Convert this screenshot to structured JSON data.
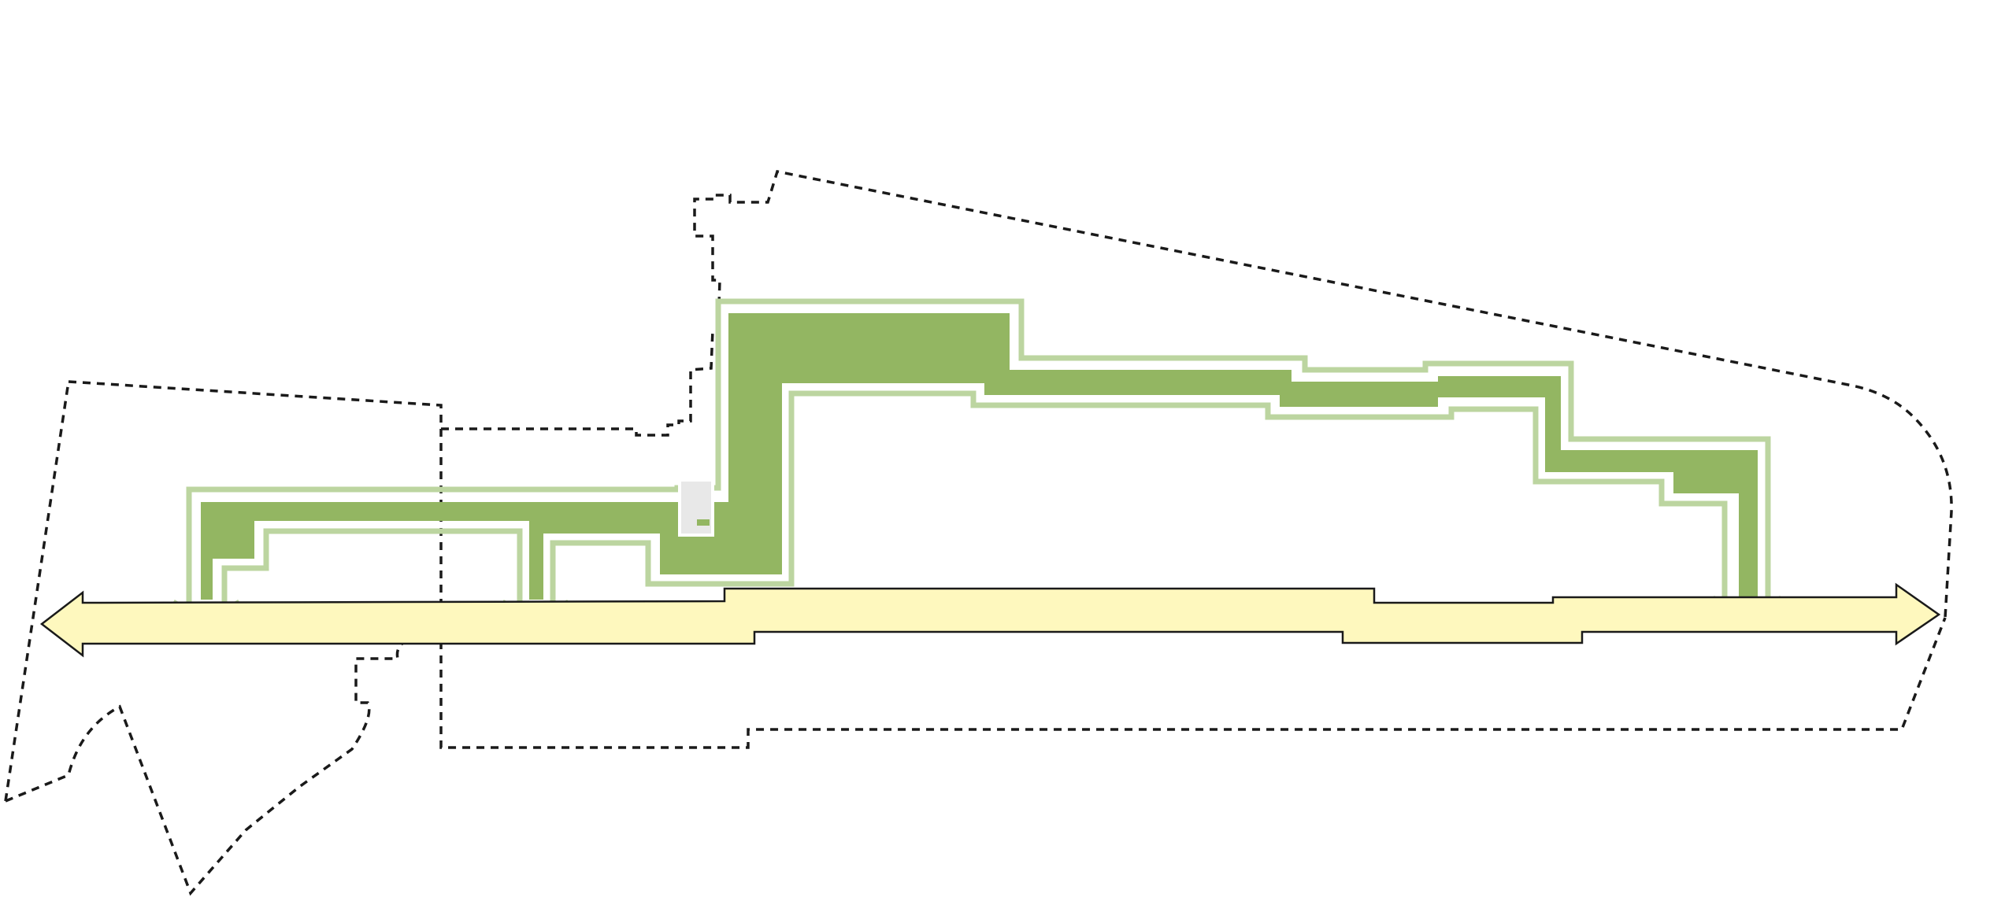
{
  "diagram": {
    "type": "site-plan-diagram",
    "colors": {
      "background": "#ffffff",
      "boundary_stroke": "#1a1a1a",
      "green_fill": "#93b662",
      "green_outline": "#bcd5a0",
      "corridor_fill": "#fef8be",
      "corridor_stroke": "#1a1a1a",
      "building_fill": "#e8e8e8"
    },
    "elements": [
      "site-boundary-dashed",
      "green-spine-band",
      "green-outline-band",
      "green-connector-arrowheads",
      "yellow-corridor-double-arrow",
      "small-building-block"
    ],
    "labels": []
  }
}
